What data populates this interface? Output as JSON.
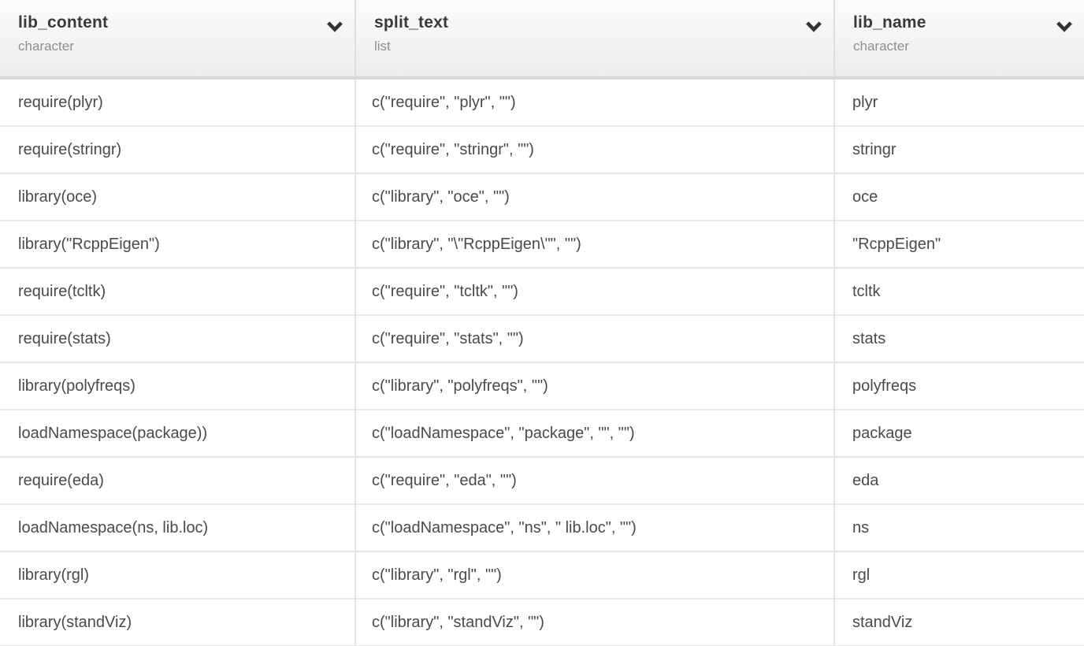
{
  "table": {
    "columns": [
      {
        "name": "lib_content",
        "type": "character",
        "sort_icon": "chevron-down"
      },
      {
        "name": "split_text",
        "type": "list",
        "sort_icon": "chevron-down"
      },
      {
        "name": "lib_name",
        "type": "character",
        "sort_icon": "chevron-down"
      }
    ],
    "rows": [
      [
        "require(plyr)",
        "c(\"require\", \"plyr\", \"\")",
        "plyr"
      ],
      [
        "require(stringr)",
        "c(\"require\", \"stringr\", \"\")",
        "stringr"
      ],
      [
        "library(oce)",
        "c(\"library\", \"oce\", \"\")",
        "oce"
      ],
      [
        "library(\"RcppEigen\")",
        "c(\"library\", \"\\\"RcppEigen\\\"\", \"\")",
        "\"RcppEigen\""
      ],
      [
        "require(tcltk)",
        "c(\"require\", \"tcltk\", \"\")",
        "tcltk"
      ],
      [
        "require(stats)",
        "c(\"require\", \"stats\", \"\")",
        "stats"
      ],
      [
        "library(polyfreqs)",
        "c(\"library\", \"polyfreqs\", \"\")",
        "polyfreqs"
      ],
      [
        "loadNamespace(package))",
        "c(\"loadNamespace\", \"package\", \"\", \"\")",
        "package"
      ],
      [
        "require(eda)",
        "c(\"require\", \"eda\", \"\")",
        "eda"
      ],
      [
        "loadNamespace(ns, lib.loc)",
        "c(\"loadNamespace\", \"ns\", \" lib.loc\", \"\")",
        "ns"
      ],
      [
        "library(rgl)",
        "c(\"library\", \"rgl\", \"\")",
        "rgl"
      ],
      [
        "library(standViz)",
        "c(\"library\", \"standViz\", \"\")",
        "standViz"
      ]
    ],
    "colors": {
      "header_bg_top": "#fbfbfb",
      "header_bg_bottom": "#ececec",
      "header_border": "#d9d9d9",
      "row_border": "#e5e5e5",
      "cell_text": "#4a4a4a",
      "header_text": "#3a3a3a",
      "type_text": "#8f8f8f",
      "chevron": "#333333"
    }
  }
}
